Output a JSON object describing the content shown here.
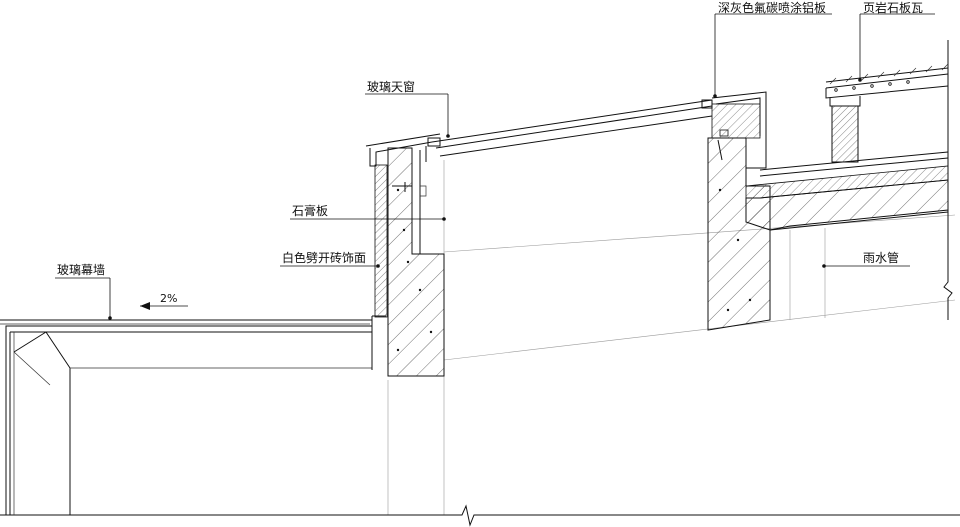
{
  "labels": {
    "aluminum_panel": "深灰色氟碳喷涂铝板",
    "shale_tile": "页岩石板瓦",
    "skylight": "玻璃天窗",
    "gypsum_board": "石膏板",
    "split_brick": "白色劈开砖饰面",
    "downpipe": "雨水管",
    "curtain_wall": "玻璃幕墙",
    "slope": "2%"
  },
  "colors": {
    "line": "#111111",
    "hatch": "#333333",
    "background": "#ffffff"
  }
}
